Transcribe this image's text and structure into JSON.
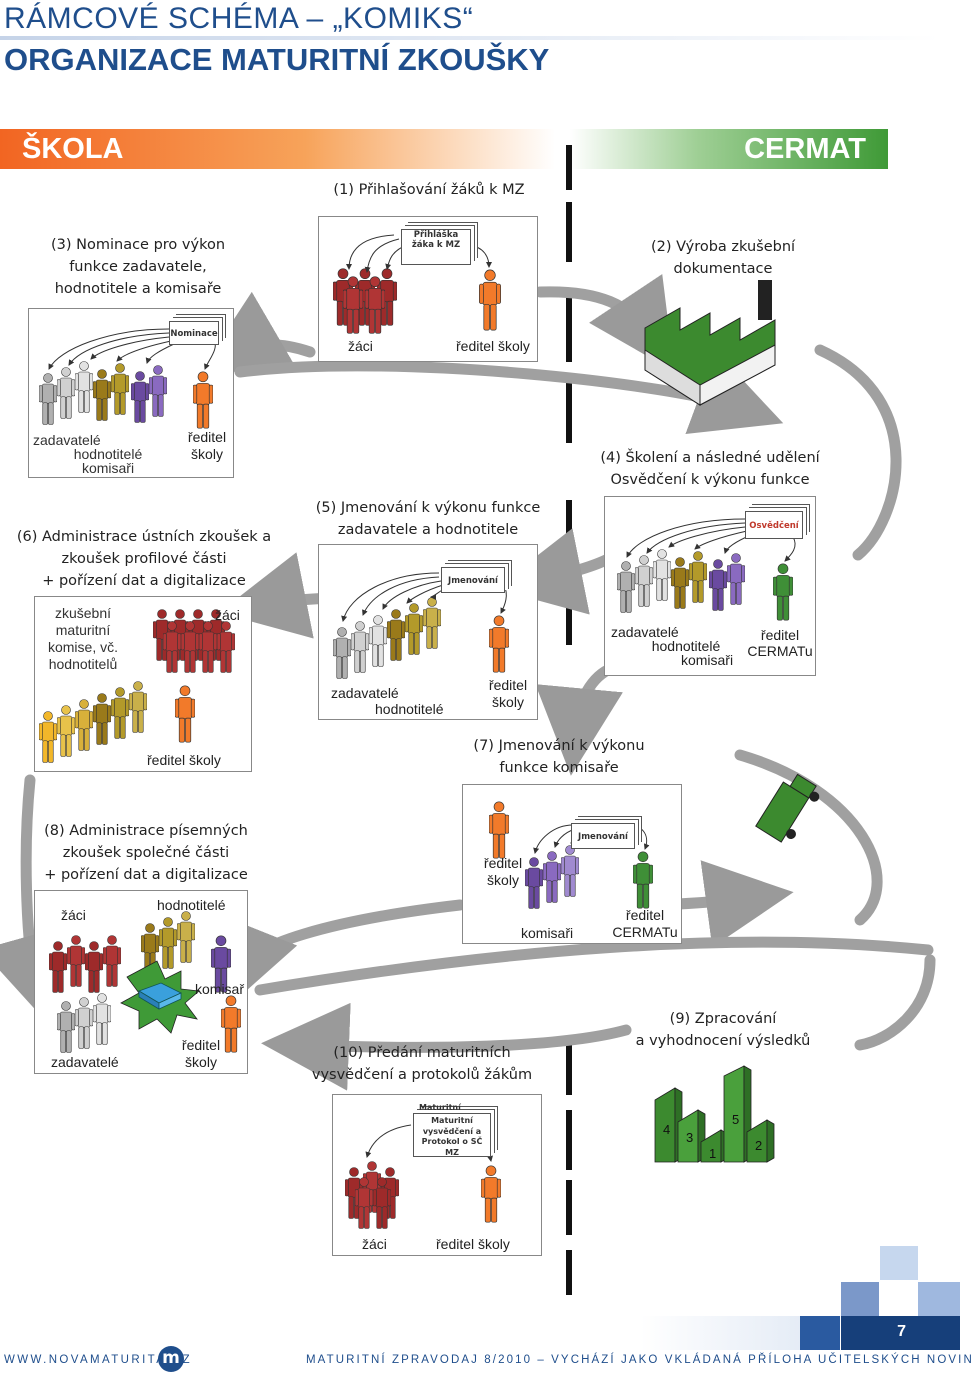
{
  "header": {
    "title_line1": "RÁMCOVÉ SCHÉMA – „KOMIKS“",
    "title_line2": "ORGANIZACE MATURITNÍ ZKOUŠKY",
    "left_band": "ŠKOLA",
    "right_band": "CERMAT"
  },
  "steps": {
    "s1": "(1) Přihlašování žáků k MZ",
    "s2_l1": "(2) Výroba zkušební",
    "s2_l2": "dokumentace",
    "s3_l1": "(3) Nominace pro výkon",
    "s3_l2": "funkce zadavatele,",
    "s3_l3": "hodnotitele a komisaře",
    "s4_l1": "(4) Školení a následné udělení",
    "s4_l2": "Osvědčení k výkonu funkce",
    "s5_l1": "(5) Jmenování k výkonu funkce",
    "s5_l2": "zadavatele a hodnotitele",
    "s6_l1": "(6) Administrace ústních zkoušek a",
    "s6_l2": "zkoušek profilové části",
    "s6_l3": "+ pořízení dat a digitalizace",
    "s7_l1": "(7) Jmenování  k výkonu",
    "s7_l2": "funkce  komisaře",
    "s8_l1": "(8) Administrace písemných",
    "s8_l2": "zkoušek společné části",
    "s8_l3": "+ pořízení dat a digitalizace",
    "s9_l1": "(9) Zpracování",
    "s9_l2": "a vyhodnocení výsledků",
    "s10_l1": "(10) Předání maturitních",
    "s10_l2": "vysvědčení a protokolů žákům"
  },
  "docs": {
    "prihlaska_l1": "Přihláška",
    "prihlaska_l2": "žáka k MZ",
    "nominace": "Nominace",
    "osvedceni": "Osvědčení",
    "jmenovani": "Jmenování",
    "jmenovani2": "Jmenování",
    "vysvedceni_l1": "Maturitní",
    "vysvedceni_l2": "vysvědčení a",
    "vysvedceni_l3": "Protokol o SČ MZ",
    "vysvedceni_back1": "Maturitní",
    "vysvedceni_back2": "Maturitní"
  },
  "labels": {
    "b1_zaci": "žáci",
    "b1_reditel": "ředitel školy",
    "b3_zadavatele": "zadavatelé",
    "b3_hodnotitele": "hodnotitelé",
    "b3_komisari": "komisaři",
    "b3_reditel_l1": "ředitel",
    "b3_reditel_l2": "školy",
    "b4_zadavatele": "zadavatelé",
    "b4_hodnotitele": "hodnotitelé",
    "b4_komisari": "komisaři",
    "b4_reditel_l1": "ředitel",
    "b4_reditel_l2": "CERMATu",
    "b5_zadavatele": "zadavatelé",
    "b5_hodnotitele": "hodnotitelé",
    "b5_reditel_l1": "ředitel",
    "b5_reditel_l2": "školy",
    "b6_komise_l1": "zkušební",
    "b6_komise_l2": "maturitní",
    "b6_komise_l3": "komise, vč.",
    "b6_komise_l4": "hodnotitelů",
    "b6_zaci": "žáci",
    "b6_reditel": "ředitel školy",
    "b7_reditel_l1": "ředitel",
    "b7_reditel_l2": "školy",
    "b7_komisari": "komisaři",
    "b7_cermat_l1": "ředitel",
    "b7_cermat_l2": "CERMATu",
    "b8_zaci": "žáci",
    "b8_hodnotitele": "hodnotitelé",
    "b8_komisar": "komisař",
    "b8_zadavatele": "zadavatelé",
    "b8_reditel_l1": "ředitel",
    "b8_reditel_l2": "školy",
    "b10_zaci": "žáci",
    "b10_reditel": "ředitel školy"
  },
  "results_chart": {
    "bars": [
      "4",
      "3",
      "1",
      "5",
      "2"
    ]
  },
  "footer": {
    "website": "WWW.NOVAMATURITA.CZ",
    "logo": "m",
    "text": "MATURITNÍ ZPRAVODAJ 8/2010 – VYCHÁZÍ JAKO VKLÁDANÁ PŘÍLOHA UČITELSKÝCH NOVIN",
    "page": "7"
  },
  "colors": {
    "brand_blue": "#1f4e8c",
    "school_orange": "#f26522",
    "cermat_green": "#3f9a37",
    "arrow_grey": "#9a9a9a"
  }
}
